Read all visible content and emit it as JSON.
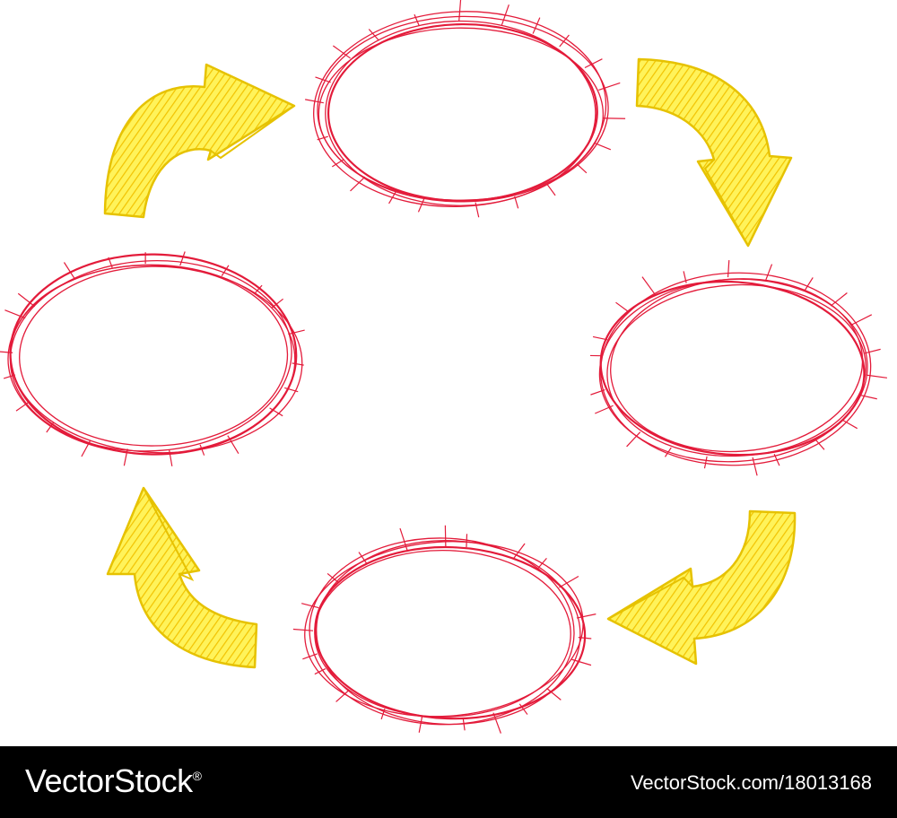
{
  "diagram": {
    "type": "cycle",
    "node_count": 4,
    "nodes": [
      {
        "id": "top",
        "label": ""
      },
      {
        "id": "right",
        "label": ""
      },
      {
        "id": "bottom",
        "label": ""
      },
      {
        "id": "left",
        "label": ""
      }
    ],
    "edges": [
      {
        "from": "left",
        "to": "top"
      },
      {
        "from": "top",
        "to": "right"
      },
      {
        "from": "right",
        "to": "bottom"
      },
      {
        "from": "bottom",
        "to": "left"
      }
    ],
    "colors": {
      "node_stroke": "#e31b3a",
      "arrow_fill": "#ffd700",
      "arrow_stroke": "#e6c200",
      "arrow_hatch": "#f2c200"
    },
    "style": "hand-drawn sketch"
  },
  "watermark": {
    "brand": "VectorStock",
    "registered": "®",
    "url": "VectorStock.com/18013168",
    "bar_color": "#000000",
    "text_color": "#ffffff"
  }
}
